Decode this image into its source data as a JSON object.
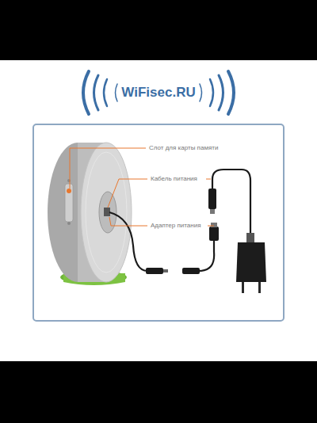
{
  "diagram": {
    "labels": [
      "WiFisec.RU",
      "Слот для карты памяти",
      "Кабель питания",
      "Адаптер питания"
    ]
  }
}
